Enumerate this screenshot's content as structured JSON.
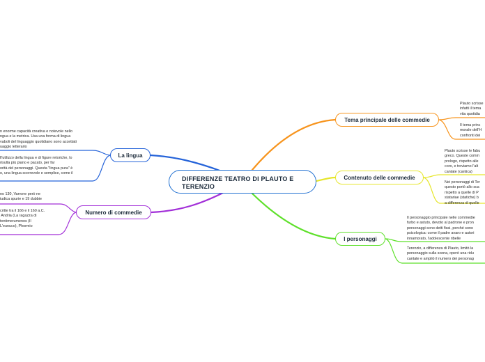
{
  "central": {
    "title": "DIFFERENZE TEATRO DI PLAUTO E\nTERENZIO"
  },
  "colors": {
    "center": "#1f6fd1",
    "lingua": "#2563d9",
    "commedie": "#a22fd8",
    "tema": "#f7941d",
    "contenuto": "#e6e62a",
    "personaggi": "#5ee02a"
  },
  "branches": {
    "lingua": {
      "label": "La lingua",
      "notes": [
        "n enorme capacità creativa e notevole nello\nngua e la metrica. Usa una forma di lingua\nvaboli del linguaggio quotidiano sono accettati\nuaggio letterario",
        "ll'utilizzo della lingua e di figure retoriche, lo\nrisulta più piano e pacato, per far\norità del personaggi. Questa \"lingua pura\" è\no, una lingua scorrevole e semplice, come il"
      ]
    },
    "commedie": {
      "label": "Numero di commedie",
      "notes": [
        "no 130, Varrone però ne\niudica spurie e 19 dubbie",
        "critte tra il 166 e il 160 a.C.\n Andria (La ragazza di\ntontimorumenos (Il\nL'eunuco), Phormio"
      ]
    },
    "tema": {
      "label": "Tema principale delle commedie",
      "notes": [
        "Plauto scrisse\ninfatti il tema\nvita quotidia",
        "Il tema princ\nmorale dell'H\nconfronti dei"
      ]
    },
    "contenuto": {
      "label": "Contenuto delle commedie",
      "notes": [
        "Plauto scrisse le fabu\ngreco. Queste comm\nprologo, rispetto alle\ncoro, e troviamo l'alt\ncantate (cantica)",
        "Nei personaggi di Ter\nquesto portò allo sca\nrispetto a quelle di P\nstatariae (statiche) b\na differenza di quelle"
      ]
    },
    "personaggi": {
      "label": "I personaggi",
      "notes": [
        "Il personaggio principale nelle commedie\nfurbo e astuto, devoto al padrone e pron\npersonaggi sono detti fissi, perché sono\npsicologica: come il padre avaro e autori\ninnamorato, l'adolescente ribelle",
        "Terenzio, a differenza di Plauto, limitò la\npersonaggio sulla scena, operò una ridu\ncantate e ampliò il numero dei personag"
      ]
    }
  }
}
